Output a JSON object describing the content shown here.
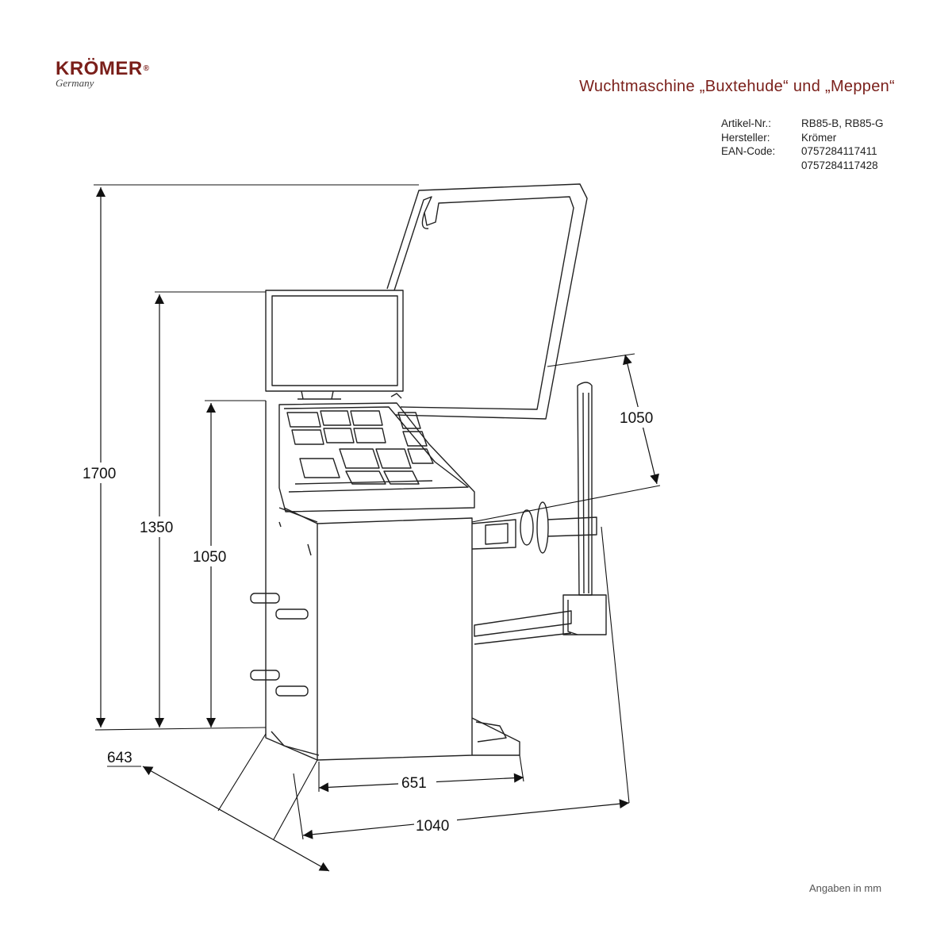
{
  "logo": {
    "name": "KRÖMER",
    "registered": "®",
    "sub": "Germany"
  },
  "title": "Wuchtmaschine „Buxtehude“ und „Meppen“",
  "specs": [
    {
      "label": "Artikel-Nr.:",
      "value": "RB85-B, RB85-G"
    },
    {
      "label": "Hersteller:",
      "value": "Krömer"
    },
    {
      "label": "EAN-Code:",
      "value": "0757284117411"
    },
    {
      "label": "",
      "value": "0757284117428"
    }
  ],
  "dimensions": {
    "height_total": "1700",
    "height_monitor": "1350",
    "height_body": "1050",
    "hood_depth": "1050",
    "depth": "643",
    "width_body": "651",
    "width_total": "1040"
  },
  "unit_note": "Angaben in mm"
}
